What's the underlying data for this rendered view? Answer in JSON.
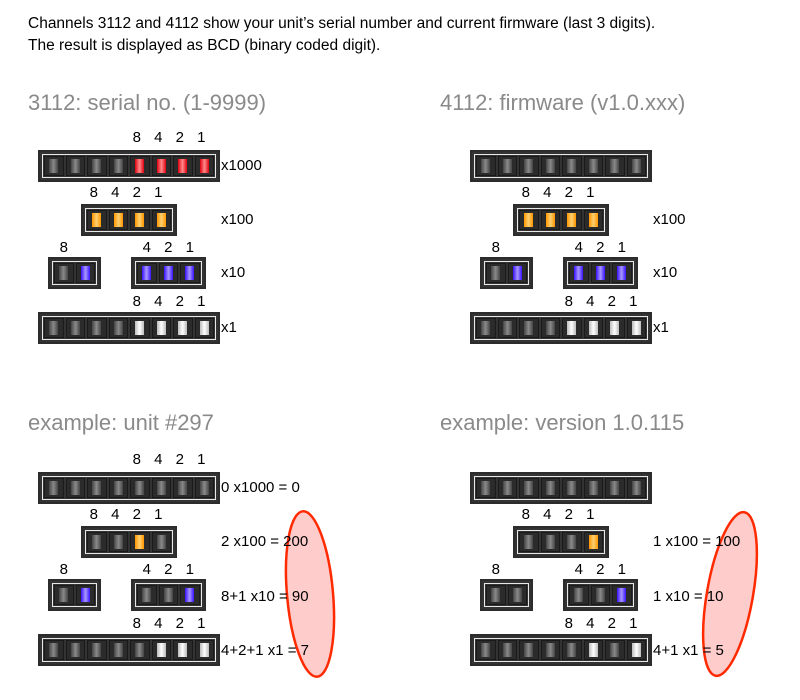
{
  "intro": {
    "line1": "Channels 3112 and 4112 show your unit’s serial number and current firmware (last 3 digits).",
    "line2": "The result is displayed as BCD (binary coded digit)."
  },
  "headings": {
    "serial": "3112: serial no. (1-9999)",
    "firmware": "4112: firmware (v1.0.xxx)",
    "example_serial": "example: unit #297",
    "example_firmware": "example: version 1.0.115"
  },
  "bit_labels": {
    "b8": "8",
    "b4": "4",
    "b2": "2",
    "b1": "1"
  },
  "multipliers": {
    "x1000": "x1000",
    "x100": "x100",
    "x10": "x10",
    "x1": "x1"
  },
  "colors": {
    "thousands": "#ff0010",
    "hundreds": "#ff9500",
    "tens": "#3a10ff",
    "ones": "#ffffff",
    "off": "#555555",
    "ellipse": "#ff2a00",
    "ellipse_fill": "#ffcccc"
  },
  "panels": {
    "serial": {
      "x1000": [
        "off",
        "off",
        "off",
        "off",
        "red",
        "red",
        "red",
        "red"
      ],
      "x100": [
        "orange",
        "orange",
        "orange",
        "orange"
      ],
      "x10a": [
        "off",
        "blue"
      ],
      "x10b": [
        "blue",
        "blue",
        "blue"
      ],
      "x1": [
        "off",
        "off",
        "off",
        "off",
        "white",
        "white",
        "white",
        "white"
      ]
    },
    "firmware": {
      "x1000": [
        "off",
        "off",
        "off",
        "off",
        "off",
        "off",
        "off",
        "off"
      ],
      "x100": [
        "orange",
        "orange",
        "orange",
        "orange"
      ],
      "x10a": [
        "off",
        "blue"
      ],
      "x10b": [
        "blue",
        "blue",
        "blue"
      ],
      "x1": [
        "off",
        "off",
        "off",
        "off",
        "white",
        "white",
        "white",
        "white"
      ]
    },
    "example_serial": {
      "x1000": [
        "off",
        "off",
        "off",
        "off",
        "off",
        "off",
        "off",
        "off"
      ],
      "x100": [
        "off",
        "off",
        "orange",
        "off"
      ],
      "x10a": [
        "off",
        "blue"
      ],
      "x10b": [
        "off",
        "off",
        "blue"
      ],
      "x1": [
        "off",
        "off",
        "off",
        "off",
        "off",
        "white",
        "white",
        "white"
      ],
      "eq_x1000": "0 x1000 = 0",
      "eq_x100": "2 x100 = 200",
      "eq_x10": "8+1 x10 = 90",
      "eq_x1": "4+2+1 x1 = 7"
    },
    "example_firmware": {
      "x1000": [
        "off",
        "off",
        "off",
        "off",
        "off",
        "off",
        "off",
        "off"
      ],
      "x100": [
        "off",
        "off",
        "off",
        "orange"
      ],
      "x10a": [
        "off",
        "off"
      ],
      "x10b": [
        "off",
        "off",
        "blue"
      ],
      "x1": [
        "off",
        "off",
        "off",
        "off",
        "off",
        "white",
        "off",
        "white"
      ],
      "eq_x100": "1 x100 = 100",
      "eq_x10": "1 x10 = 10",
      "eq_x1": "4+1 x1 = 5"
    }
  }
}
